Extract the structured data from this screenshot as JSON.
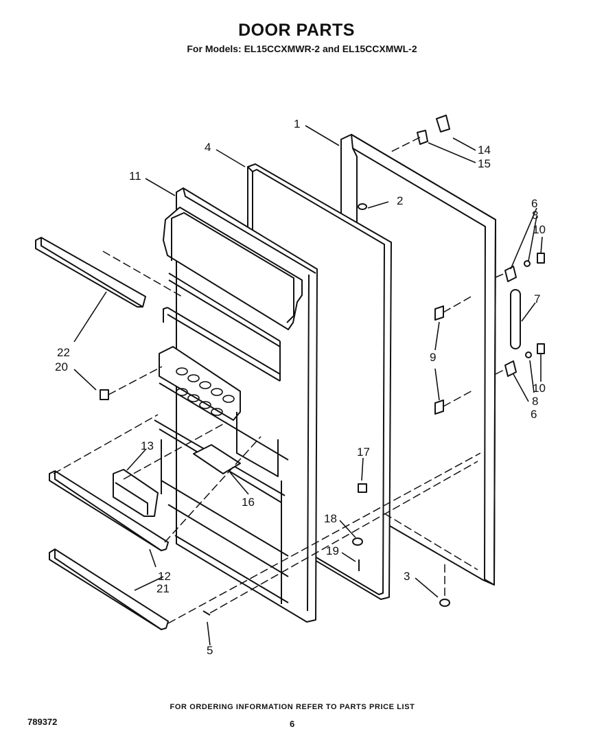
{
  "header": {
    "title": "DOOR PARTS",
    "subtitle": "For Models: EL15CCXMWR-2 and EL15CCXMWL-2"
  },
  "callouts": [
    "1",
    "2",
    "3",
    "4",
    "5",
    "6",
    "7",
    "8",
    "9",
    "10",
    "11",
    "12",
    "13",
    "14",
    "15",
    "16",
    "17",
    "18",
    "19",
    "20",
    "21",
    "22"
  ],
  "footer": {
    "ordering_note": "FOR ORDERING INFORMATION REFER TO PARTS PRICE LIST",
    "doc_number": "789372",
    "page_number": "6"
  }
}
